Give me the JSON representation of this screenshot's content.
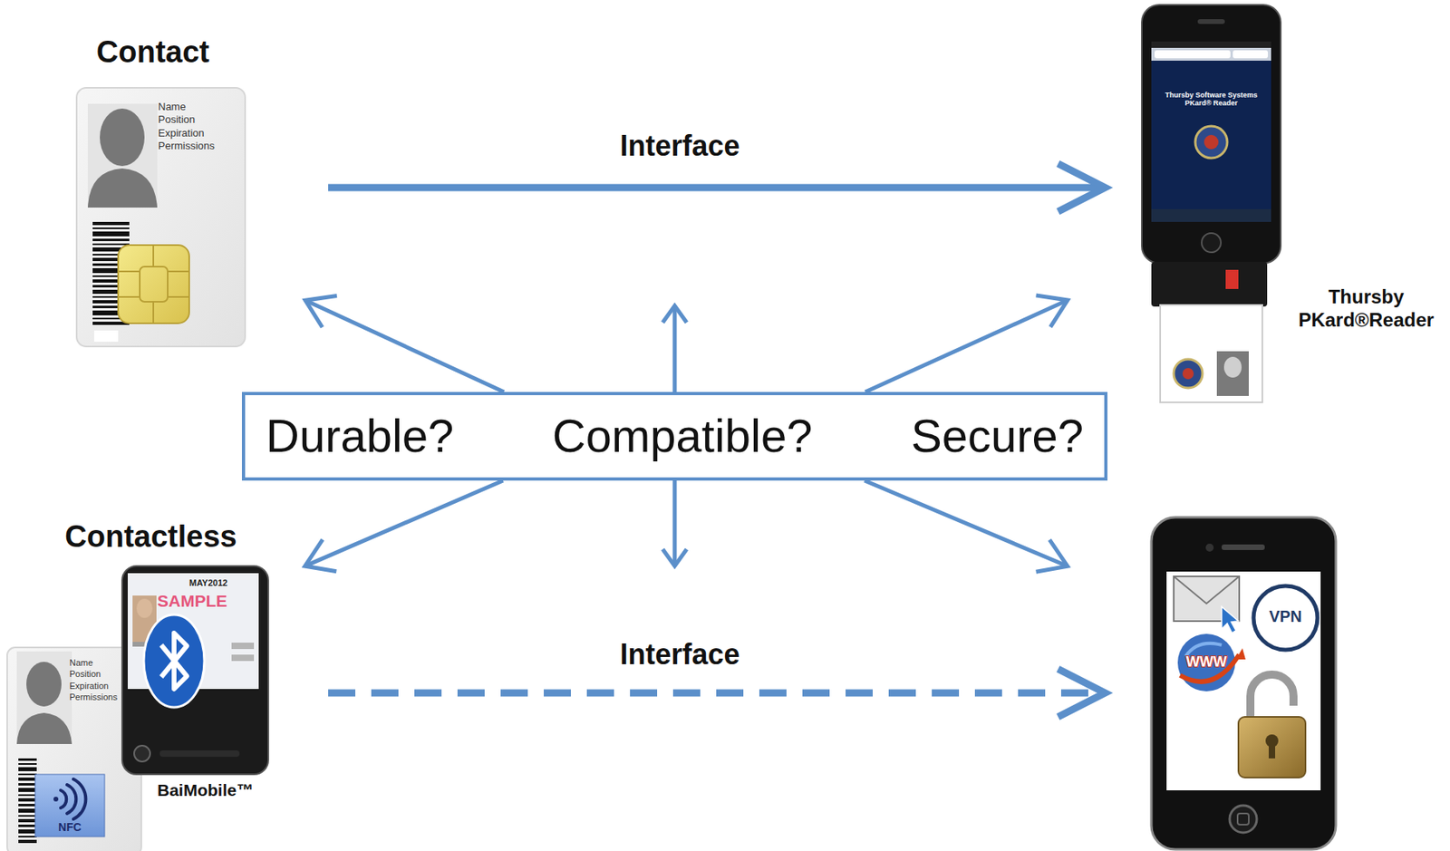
{
  "diagram": {
    "nodes": [
      {
        "text": [
          "Contact",
          "Name Position Expiration Permissions"
        ]
      },
      {
        "text": [
          "Thursby Software Systems PKard® Reader",
          "Thursby PKard®Reader"
        ]
      },
      {
        "text": [
          "Durable?",
          "Compatible?",
          "Secure?"
        ]
      },
      {
        "text": [
          "Contactless",
          "Name Position Expiration Permissions",
          "NFC"
        ]
      },
      {
        "text": [
          "MAY2012",
          "SAMPLE",
          "BaiMobile™"
        ]
      },
      {
        "text": [
          "VPN",
          "WWW"
        ]
      }
    ],
    "edges": [
      {
        "from": 0,
        "to": 1,
        "arrow": "to",
        "label": "Interface"
      },
      {
        "from": 4,
        "to": 5,
        "arrow": "to",
        "label": "Interface"
      },
      {
        "from": 2,
        "to": 0,
        "arrow": "to"
      },
      {
        "from": 2,
        "to": 1,
        "arrow": "to"
      },
      {
        "from": 2,
        "to": 4,
        "arrow": "to"
      },
      {
        "from": 2,
        "to": 5,
        "arrow": "to"
      }
    ]
  }
}
